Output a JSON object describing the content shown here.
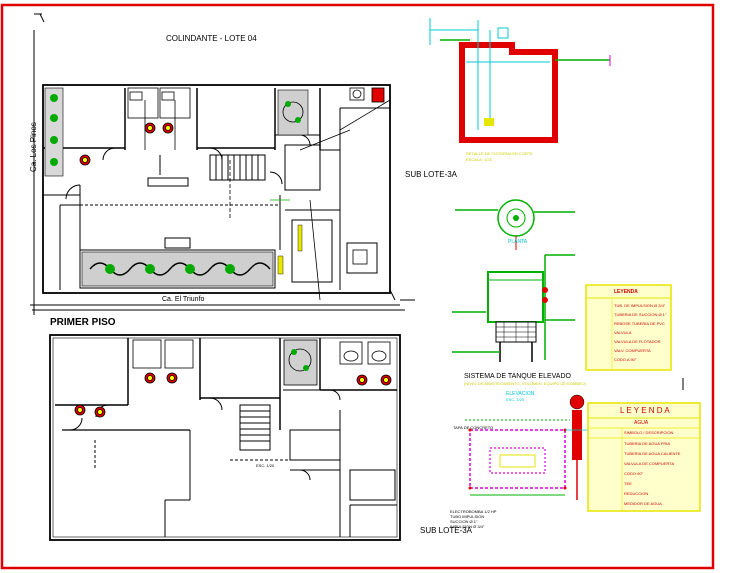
{
  "sheet": {
    "border_color": "#e00000",
    "wall_color": "#000000",
    "water_line_color": "#00b000",
    "accent_cyan": "#00c8d2",
    "accent_magenta": "#e000e0",
    "accent_yellow": "#e6e600",
    "accent_red": "#e00000"
  },
  "upper_plan": {
    "top_label": "COLINDANTE - LOTE 04",
    "left_street": "Ca. Los Pinos",
    "bottom_street": "Ca. El Triunfo",
    "right_label": "SUB LOTE-3A"
  },
  "lower_plan": {
    "title": "PRIMER PISO",
    "right_label": "SUB LOTE-3A",
    "stair_label": "ESC. 1/20"
  },
  "cistern_detail": {
    "caption": "DETALLE DE CISTERNA EN CORTE",
    "scale": "ESCALA: 1/25"
  },
  "tank_plan": {
    "caption": "PLANTA"
  },
  "tank_system": {
    "title": "SISTEMA DE TANQUE ELEVADO",
    "subtitle": "(NIVEL DE ABASTECIMIENTO, VOLUMEN, EQUIPO DE BOMBEO)"
  },
  "elevation": {
    "caption": "ELEVACION",
    "scale": "ESC. 1/25",
    "lid_label": "TAPA DE CONCRETO",
    "pump_notes": [
      "ELECTROBOMBA 1/2 HP",
      "TUBO IMPULSION",
      "SUCCION Ø 1\"",
      "IMPULSION Ø 3/4\""
    ]
  },
  "small_legend": {
    "title": "LEYENDA",
    "rows": [
      "TUB. DE IMPULSION Ø 3/4\"",
      "TUBERIA DE SUCCION Ø 1\"",
      "REBOSE TUBERIA DE PVC",
      "VALVULA",
      "VALVULA DE FLOTADOR",
      "VALV. COMPUERTA",
      "CODO A 90°"
    ]
  },
  "main_legend": {
    "title": "L E Y E N D A",
    "subtitle": "AGUA",
    "header": "SIMBOLO / DESCRIPCION",
    "rows": [
      "TUBERIA DE AGUA FRIA",
      "TUBERIA DE AGUA CALIENTE",
      "VALVULA DE COMPUERTA",
      "CODO 90°",
      "TEE",
      "REDUCCION",
      "MEDIDOR DE AGUA"
    ]
  }
}
